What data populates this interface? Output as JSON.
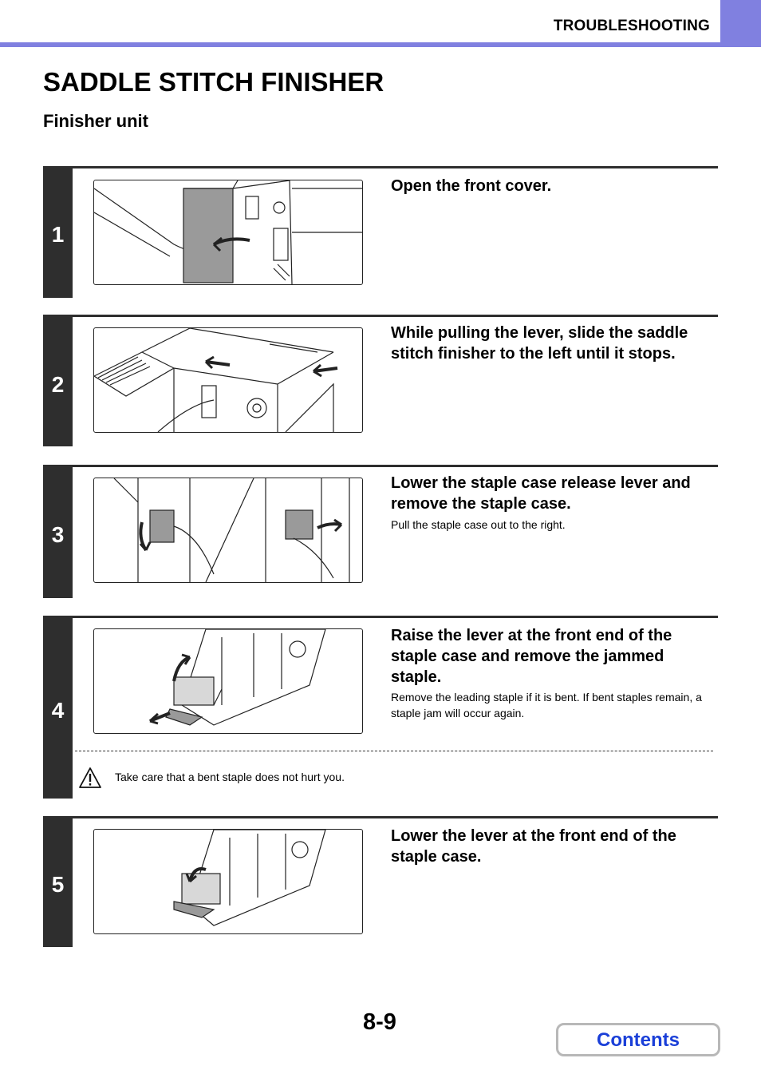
{
  "header": {
    "section": "TROUBLESHOOTING"
  },
  "page": {
    "title": "SADDLE STITCH FINISHER",
    "subtitle": "Finisher unit",
    "number": "8-9",
    "contents_label": "Contents"
  },
  "steps": [
    {
      "number": "1",
      "instruction": "Open the front cover.",
      "note": ""
    },
    {
      "number": "2",
      "instruction": "While pulling the lever, slide the saddle stitch finisher to the left until it stops.",
      "note": ""
    },
    {
      "number": "3",
      "instruction": "Lower the staple case release lever and remove the staple case.",
      "note": "Pull the staple case out to the right."
    },
    {
      "number": "4",
      "instruction": "Raise the lever at the front end of the staple case and remove the jammed staple.",
      "note": "Remove the leading staple if it is bent. If bent staples remain, a staple jam will occur again.",
      "caution": "Take care that a bent staple does not hurt you."
    },
    {
      "number": "5",
      "instruction": "Lower the lever at the front end of the staple case.",
      "note": ""
    }
  ],
  "colors": {
    "accent": "#8080e0",
    "step_bar": "#2e2e2e",
    "link": "#1a3fd8"
  },
  "icons": {
    "caution": "warning-triangle-icon"
  }
}
